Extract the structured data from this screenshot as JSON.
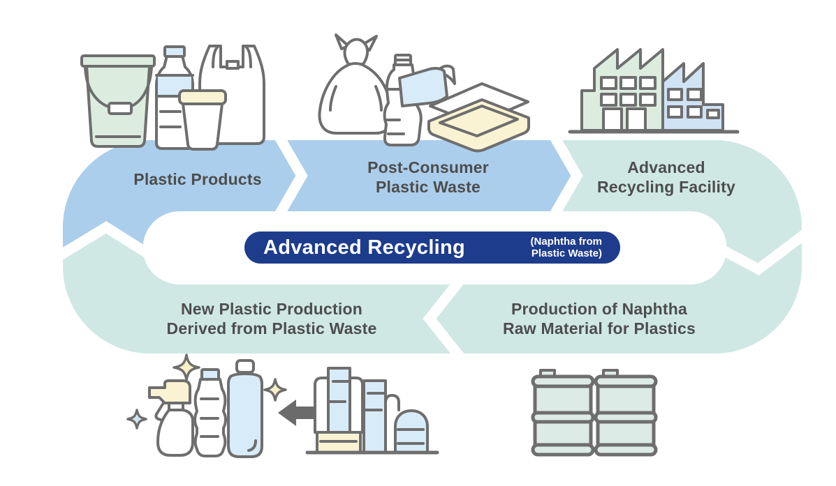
{
  "diagram": {
    "center_pill": {
      "main_label": "Advanced Recycling",
      "sub_label": "(Naphtha from\nPlastic Waste)",
      "background_color": "#1e3c8c",
      "text_color": "#ffffff"
    },
    "cycle_stages": [
      {
        "label": "Plastic Products",
        "band_color": "#abceec"
      },
      {
        "label": "Post-Consumer\nPlastic Waste",
        "band_color": "#abceec"
      },
      {
        "label": "Advanced\nRecycling Facility",
        "band_color": "#cfe8e4"
      },
      {
        "label": "Production of Naphtha\nRaw Material for Plastics",
        "band_color": "#cfe8e4"
      },
      {
        "label": "New Plastic Production\nDerived from Plastic Waste",
        "band_color": "#cfe8e4"
      }
    ],
    "icon_groups": [
      {
        "name": "plastic-products-icons",
        "icons": [
          "bucket-icon",
          "water-bottle-icon",
          "coffee-cup-icon",
          "shopping-bag-icon"
        ]
      },
      {
        "name": "post-consumer-waste-icons",
        "icons": [
          "garbage-bag-icon",
          "crushed-bottle-icon",
          "food-tray-icon"
        ]
      },
      {
        "name": "recycling-facility-icons",
        "icons": [
          "factory-green-icon",
          "factory-blue-icon"
        ]
      },
      {
        "name": "new-plastic-products-icons",
        "icons": [
          "spray-bottle-icon",
          "ridged-bottle-icon",
          "blue-bottle-icon",
          "sparkle-icon",
          "left-arrow-icon"
        ]
      },
      {
        "name": "naphtha-production-icons",
        "icons": [
          "refinery-icon"
        ]
      },
      {
        "name": "naphtha-output-icons",
        "icons": [
          "oil-drum-icon",
          "oil-drum-icon"
        ]
      }
    ],
    "colors": {
      "band_blue": "#abceec",
      "band_teal": "#cfe8e4",
      "pill_navy": "#1e3c8c",
      "label_text": "#4d4d4d",
      "icon_outline": "#6e6e6e",
      "icon_green": "#dcecdf",
      "icon_blue": "#d8ebf8",
      "icon_cream": "#faf3d3"
    }
  }
}
